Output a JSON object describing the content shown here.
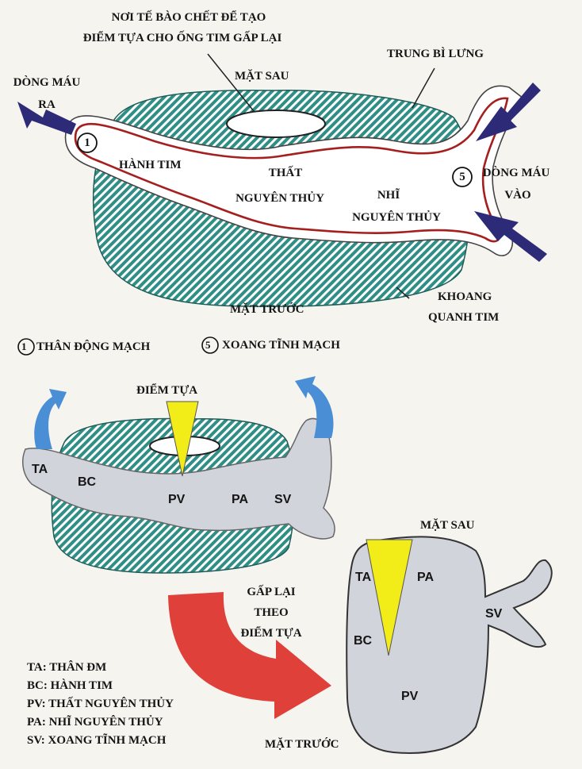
{
  "top_figure": {
    "top_note_line1": "NƠI TẾ BÀO CHẾT ĐỂ TẠO",
    "top_note_line2": "ĐIỂM TỰA CHO ỐNG TIM GẤP LẠI",
    "back_side": "MẶT SAU",
    "dorsal_mesoderm": "TRUNG BÌ LƯNG",
    "blood_out_line1": "DÒNG MÁU",
    "blood_out_line2": "RA",
    "blood_in_line1": "DÒNG MÁU",
    "blood_in_line2": "VÀO",
    "marker_1": "1",
    "marker_5": "5",
    "bulbus": "HÀNH TIM",
    "ventricle_line1": "THẤT",
    "ventricle_line2": "NGUYÊN THỦY",
    "atrium_line1": "NHĨ",
    "atrium_line2": "NGUYÊN THỦY",
    "front_side": "MẶT TRƯỚC",
    "pericardial_line1": "KHOANG",
    "pericardial_line2": "QUANH TIM",
    "key_1": "THÂN ĐỘNG MẠCH",
    "key_5": "XOANG TĨNH MẠCH"
  },
  "middle_figure": {
    "pivot": "ĐIỂM TỰA",
    "ta": "TA",
    "bc": "BC",
    "pv": "PV",
    "pa": "PA",
    "sv": "SV"
  },
  "bottom_figure": {
    "fold_line1": "GẤP LẠI",
    "fold_line2": "THEO",
    "fold_line3": "ĐIỂM TỰA",
    "back_side": "MẶT SAU",
    "front_side": "MẶT TRƯỚC",
    "ta": "TA",
    "pa": "PA",
    "bc": "BC",
    "sv": "SV",
    "pv": "PV"
  },
  "legend": [
    "TA: THÂN ĐM",
    "BC: HÀNH TIM",
    "PV: THẤT NGUYÊN THỦY",
    "PA: NHĨ NGUYÊN THỦY",
    "SV: XOANG TĨNH MẠCH"
  ],
  "colors": {
    "hatch_fill": "#2f8f86",
    "tube_outline": "#a51f1f",
    "flow_arrow": "#2d2a78",
    "curved_arrow": "#4a8fd6",
    "pivot_wedge": "#f2ec18",
    "fold_arrow": "#e0403a",
    "tube_grey": "#d2d4dc"
  }
}
